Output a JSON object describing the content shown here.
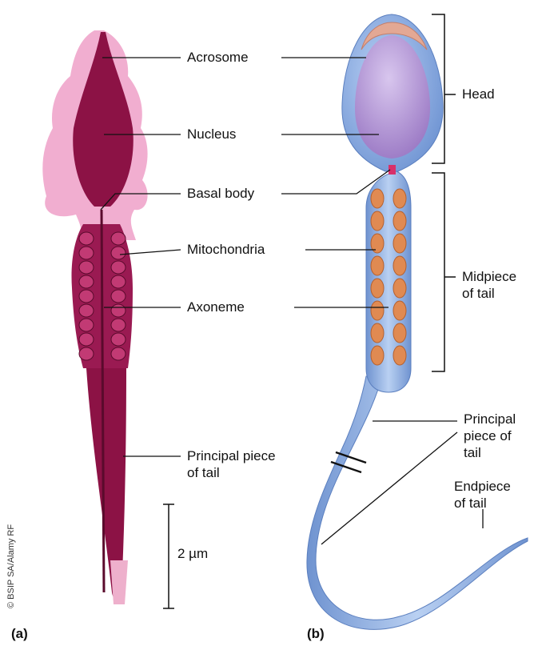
{
  "panels": {
    "a": "(a)",
    "b": "(b)"
  },
  "credit": "© BSIP SA/Alamy RF",
  "scale_bar": "2 µm",
  "micrograph_labels": {
    "acrosome": "Acrosome",
    "nucleus": "Nucleus",
    "basal_body": "Basal body",
    "mitochondria": "Mitochondria",
    "axoneme": "Axoneme",
    "principal_piece": [
      "Principal piece",
      "of tail"
    ]
  },
  "drawing_labels": {
    "head": "Head",
    "midpiece": [
      "Midpiece",
      "of tail"
    ],
    "principal_piece": [
      "Principal",
      "piece of",
      "tail"
    ],
    "endpiece": [
      "Endpiece",
      "of tail"
    ]
  },
  "colors": {
    "micrograph_dark": "#8c1245",
    "micrograph_halo": "#eea0c8",
    "head_membrane": "#8fb4e6",
    "nucleus": "#b89ad6",
    "acrosome": "#e3a894",
    "mitochondria": "#e08a52",
    "tail": "#9dbbe8"
  }
}
